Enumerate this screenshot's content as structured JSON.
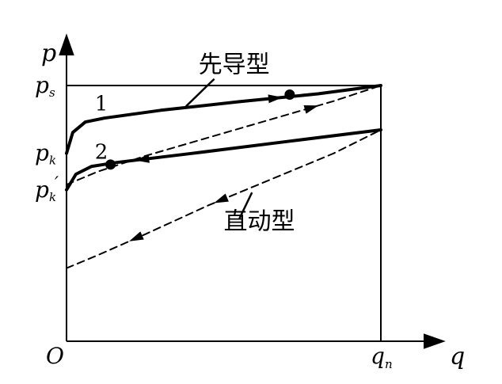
{
  "chart_data": {
    "type": "line",
    "axes": {
      "x_label": "q",
      "y_label": "p",
      "origin_label": "O",
      "x_tick": {
        "base": "q",
        "sub": "n"
      },
      "y_ticks": [
        {
          "base": "p",
          "sub": "s",
          "prime": ""
        },
        {
          "base": "p",
          "sub": "k",
          "prime": ""
        },
        {
          "base": "p",
          "sub": "k",
          "prime": "′"
        }
      ],
      "xlim": [
        0,
        1
      ],
      "ylim": [
        0,
        1.08
      ]
    },
    "levels": {
      "ps": 0.98,
      "pk": 0.72,
      "pk_prime": 0.58,
      "pn_upper": 0.81,
      "pn_lower": 0.28
    },
    "series": [
      {
        "role": "pilot-solid",
        "style": "solid",
        "points": [
          [
            0,
            0.72
          ],
          [
            0.02,
            0.8
          ],
          [
            0.06,
            0.84
          ],
          [
            0.12,
            0.855
          ],
          [
            0.3,
            0.885
          ],
          [
            0.55,
            0.918
          ],
          [
            0.8,
            0.948
          ],
          [
            1.0,
            0.98
          ]
        ]
      },
      {
        "role": "pilot-dashed",
        "style": "dashed",
        "points": [
          [
            0,
            0.6
          ],
          [
            0.1,
            0.65
          ],
          [
            0.25,
            0.71
          ],
          [
            0.45,
            0.78
          ],
          [
            0.65,
            0.85
          ],
          [
            0.85,
            0.92
          ],
          [
            1.0,
            0.98
          ]
        ]
      },
      {
        "role": "direct-solid",
        "style": "solid",
        "points": [
          [
            0,
            0.58
          ],
          [
            0.03,
            0.64
          ],
          [
            0.08,
            0.67
          ],
          [
            0.16,
            0.685
          ],
          [
            0.4,
            0.72
          ],
          [
            0.7,
            0.765
          ],
          [
            1.0,
            0.81
          ]
        ]
      },
      {
        "role": "direct-dashed",
        "style": "dashed",
        "points": [
          [
            0,
            0.28
          ],
          [
            0.1,
            0.33
          ],
          [
            0.25,
            0.41
          ],
          [
            0.45,
            0.52
          ],
          [
            0.65,
            0.62
          ],
          [
            0.85,
            0.72
          ],
          [
            1.0,
            0.81
          ]
        ]
      }
    ],
    "annotations": [
      {
        "text": "先导型",
        "x": 0.42,
        "y": 1.03
      },
      {
        "text": "直动型",
        "x": 0.5,
        "y": 0.43
      },
      {
        "text": "1",
        "x": 0.09,
        "y": 0.885
      },
      {
        "text": "2",
        "x": 0.09,
        "y": 0.7
      }
    ],
    "leaders": [
      {
        "from": [
          0.47,
          1.005
        ],
        "to": [
          0.38,
          0.9
        ]
      },
      {
        "from": [
          0.59,
          0.57
        ],
        "to": [
          0.55,
          0.47
        ]
      }
    ],
    "dots": [
      [
        0.71,
        0.945
      ],
      [
        0.14,
        0.677
      ]
    ],
    "arrows": [
      {
        "series": "pilot-solid",
        "at": 0.665,
        "dir": "forward"
      },
      {
        "series": "direct-solid",
        "at": 0.24,
        "dir": "back"
      },
      {
        "series": "pilot-dashed",
        "at": 0.78,
        "dir": "forward"
      },
      {
        "series": "direct-dashed",
        "at": 0.49,
        "dir": "back"
      },
      {
        "series": "direct-dashed",
        "at": 0.22,
        "dir": "back"
      }
    ]
  }
}
